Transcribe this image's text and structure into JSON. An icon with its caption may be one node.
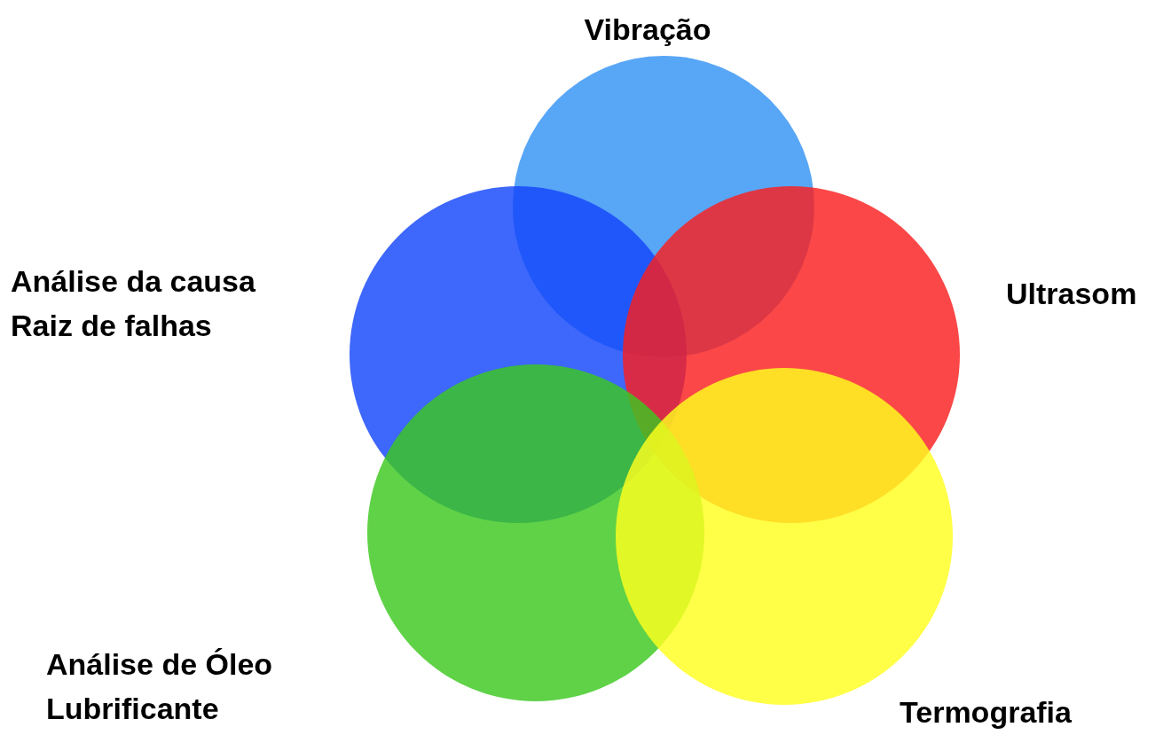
{
  "diagram": {
    "nodes": [
      {
        "text": [],
        "shape": "circle",
        "beside": [
          "Vibração"
        ]
      },
      {
        "text": [],
        "shape": "circle",
        "beside": [
          "Análise da causa Raiz de falhas"
        ]
      },
      {
        "text": [],
        "shape": "circle",
        "beside": [
          "Ultrasom"
        ]
      },
      {
        "text": [],
        "shape": "circle",
        "beside": [
          "Análise de Óleo Lubrificante"
        ]
      },
      {
        "text": [],
        "shape": "circle",
        "beside": [
          "Termografia"
        ]
      }
    ]
  }
}
